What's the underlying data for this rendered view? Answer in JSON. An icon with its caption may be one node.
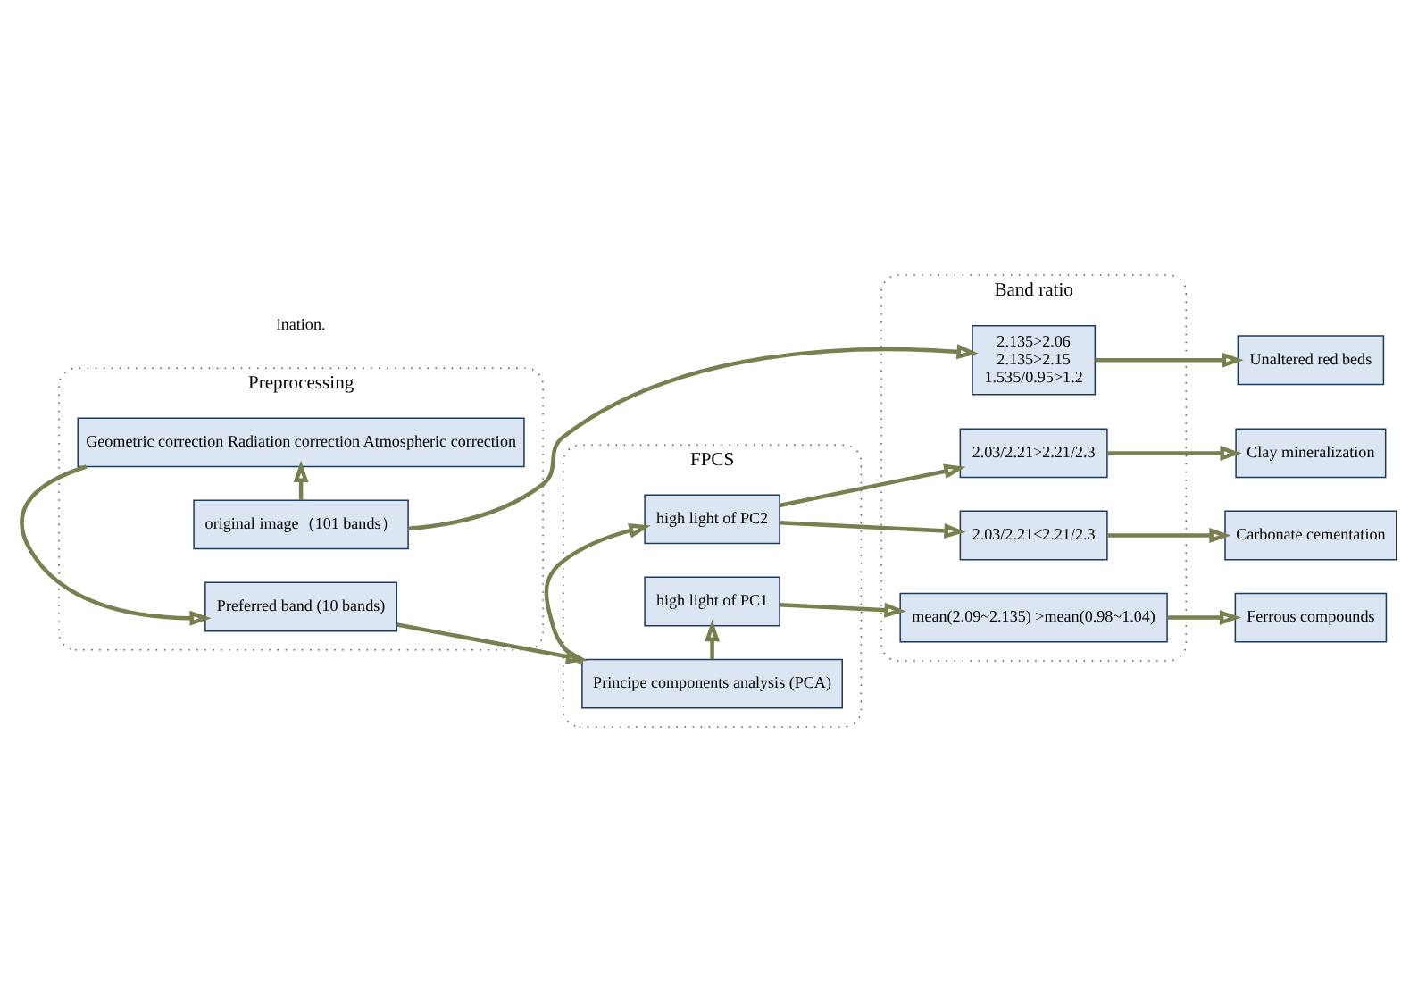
{
  "diagram": {
    "nodes": [
      {
        "text": [
          "Preprocessing"
        ]
      },
      {
        "text": [
          "FPCS"
        ]
      },
      {
        "text": [
          "Band ratio"
        ]
      },
      {
        "text": [
          "original image（101 bands）"
        ],
        "in": 0
      },
      {
        "text": [
          "Geometric correction Radiation correction Atmospheric correction"
        ],
        "in": 0
      },
      {
        "text": [
          "Preferred band (10 bands)"
        ],
        "in": 0
      },
      {
        "text": [
          "high light of PC2"
        ],
        "in": 1
      },
      {
        "text": [
          "Principe components analysis (PCA)"
        ],
        "in": 1
      },
      {
        "text": [
          "high light of PC1"
        ],
        "in": 1
      },
      {
        "text": [
          "2.135>2.06",
          "2.135>2.15",
          "1.535/0.95>1.2"
        ],
        "in": 2
      },
      {
        "text": [
          "2.03/2.21>2.21/2.3"
        ],
        "in": 2
      },
      {
        "text": [
          "2.03/2.21<2.21/2.3"
        ],
        "in": 2
      },
      {
        "text": [
          "mean(2.09~2.135) >mean(0.98~1.04)"
        ],
        "in": 2
      },
      {
        "text": [
          "Unaltered red beds"
        ]
      },
      {
        "text": [
          "Clay mineralization"
        ]
      },
      {
        "text": [
          "Carbonate cementation"
        ]
      },
      {
        "text": [
          "Ferrous compounds"
        ]
      }
    ],
    "edges": [
      {
        "from": 3,
        "to": 9,
        "arrow": "to"
      },
      {
        "from": 3,
        "to": 4,
        "arrow": "to"
      },
      {
        "from": 4,
        "to": 5,
        "arrow": "to"
      },
      {
        "from": 5,
        "to": 7,
        "arrow": "to"
      },
      {
        "from": 7,
        "to": 6,
        "arrow": "to"
      },
      {
        "from": 7,
        "to": 8,
        "arrow": "to"
      },
      {
        "from": 6,
        "to": 10,
        "arrow": "to"
      },
      {
        "from": 6,
        "to": 11,
        "arrow": "to"
      },
      {
        "from": 8,
        "to": 12,
        "arrow": "to"
      },
      {
        "from": 9,
        "to": 13,
        "arrow": "to"
      },
      {
        "from": 10,
        "to": 14,
        "arrow": "to"
      },
      {
        "from": 11,
        "to": 15,
        "arrow": "to"
      },
      {
        "from": 12,
        "to": 16,
        "arrow": "to"
      }
    ],
    "labels": [
      "ination."
    ]
  }
}
